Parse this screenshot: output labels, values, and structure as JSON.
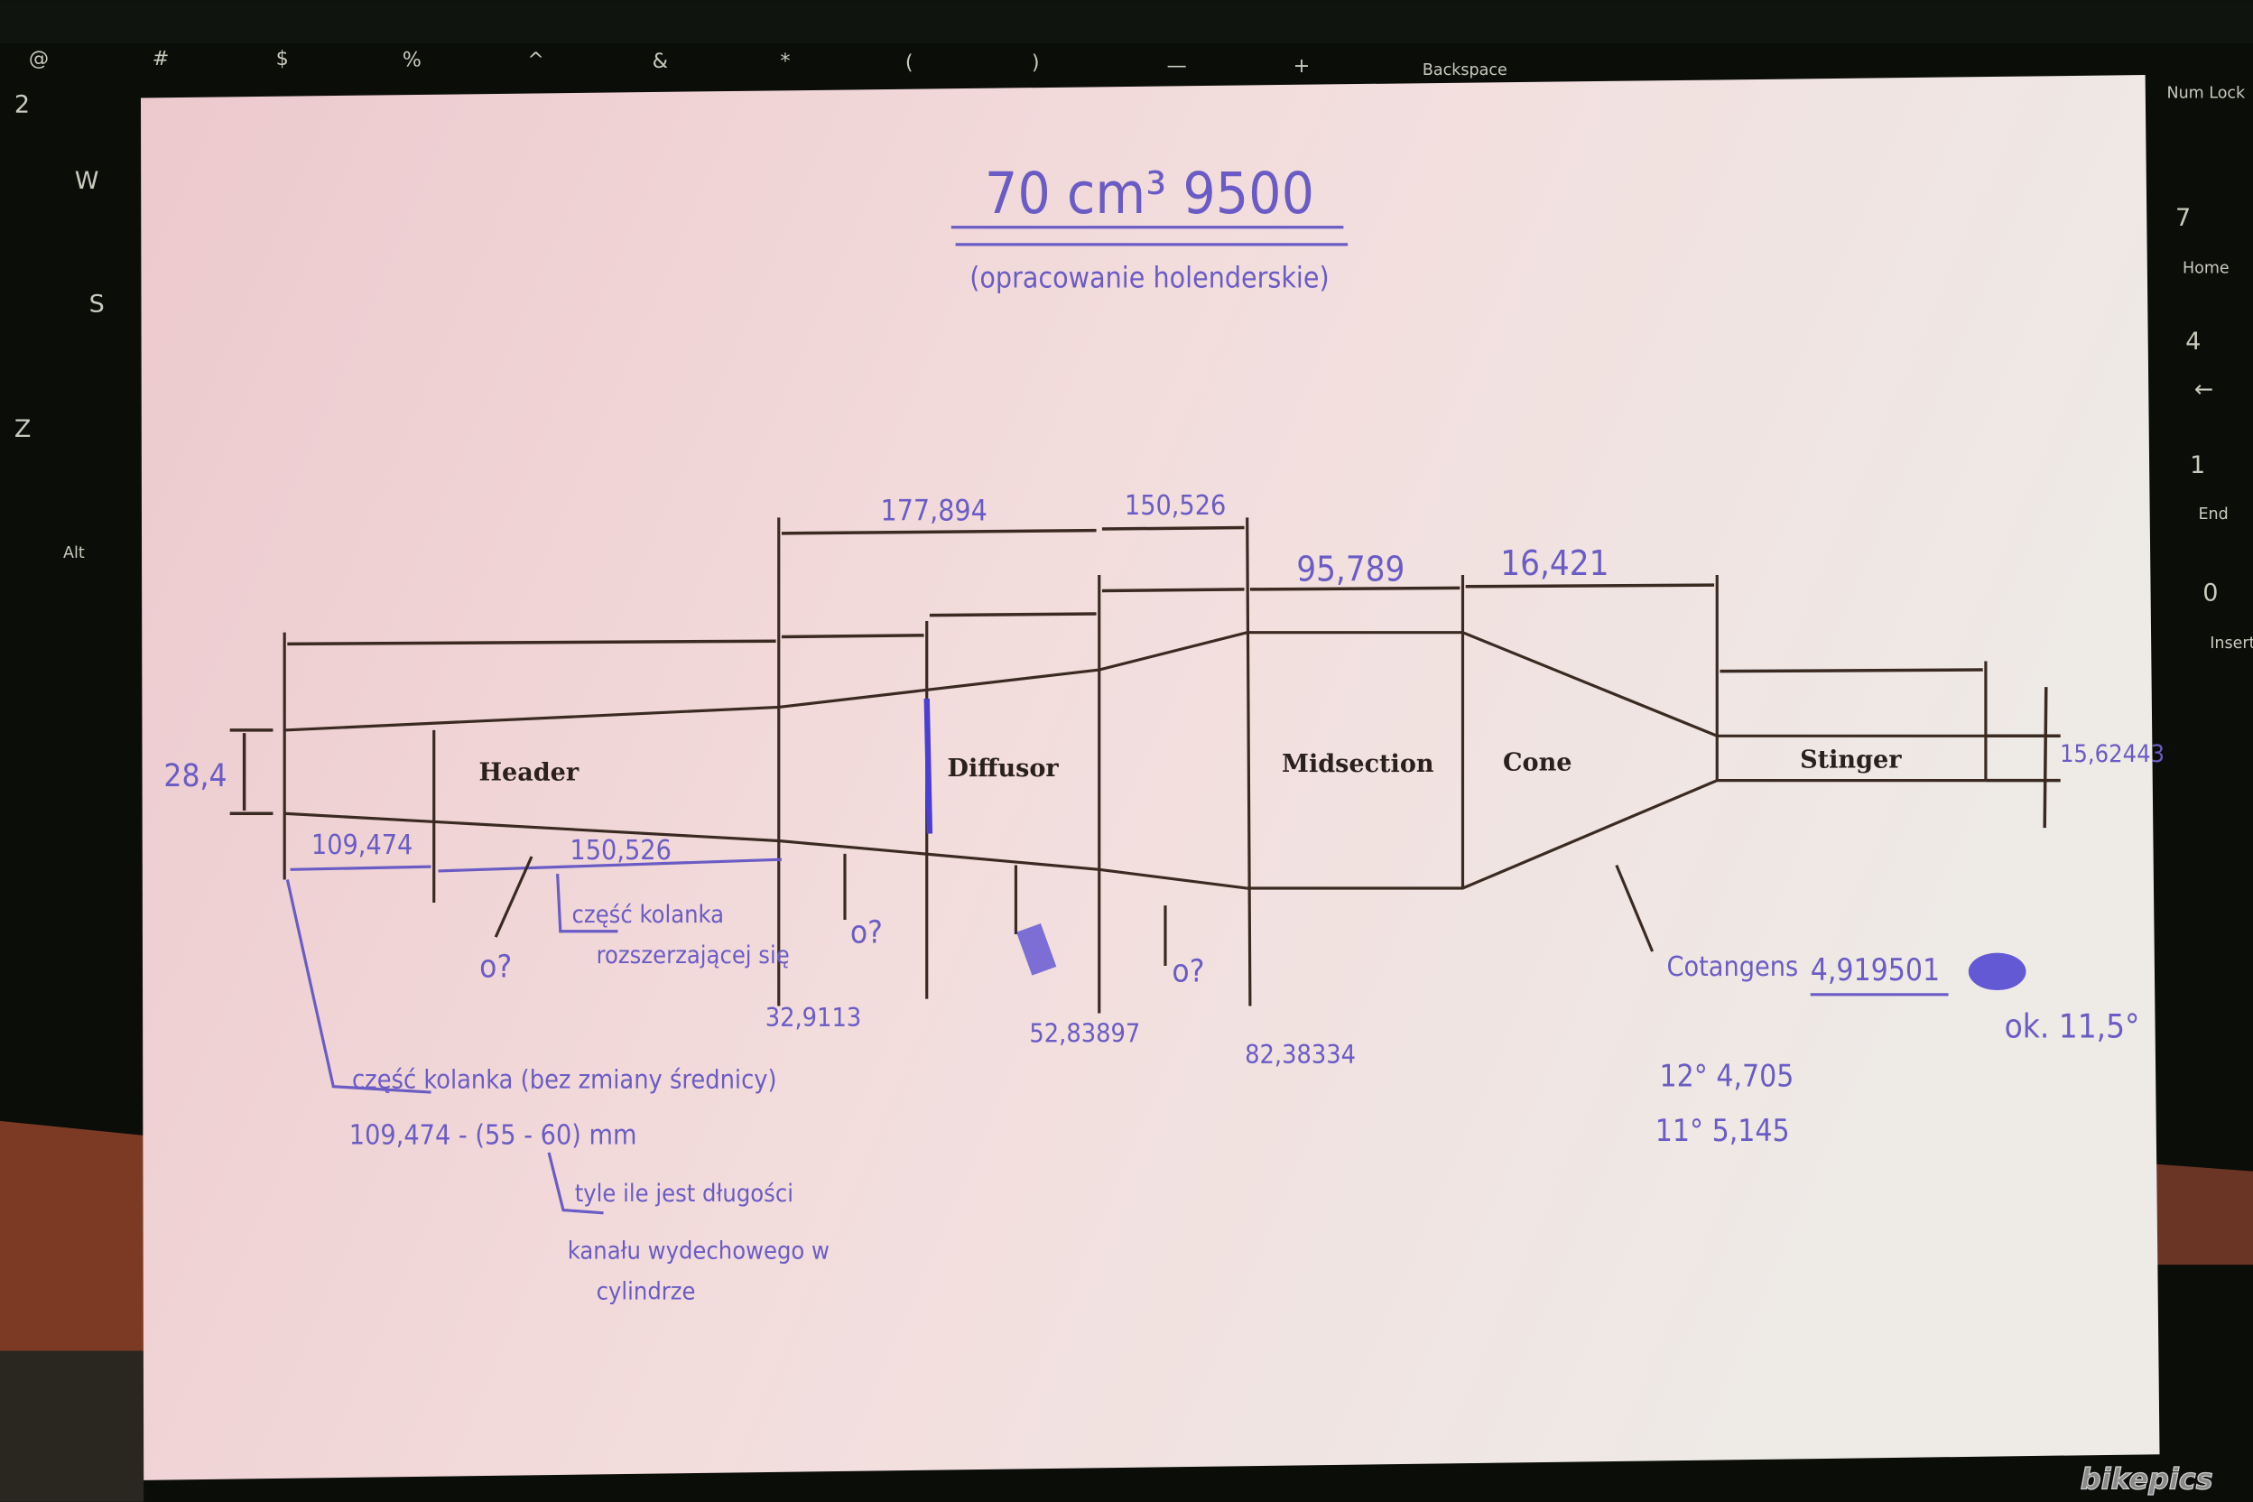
{
  "keyboard": {
    "top_row": [
      "@",
      "#",
      "$",
      "%",
      "^",
      "&",
      "*",
      "(",
      ")",
      "—",
      "+",
      "Backspace"
    ],
    "left_keys": [
      "2",
      "W",
      "S",
      "Z",
      "Alt"
    ],
    "numpad": [
      "Num Lock",
      "7",
      "Home",
      "4",
      "←",
      "1",
      "End",
      "0",
      "Insert"
    ]
  },
  "sheet": {
    "title": "70 cm³ 9500",
    "subtitle": "(opracowanie holenderskie)",
    "sections": [
      "Header",
      "Diffusor",
      "Midsection",
      "Cone",
      "Stinger"
    ],
    "dimensions": {
      "top_diffusor": "177,894",
      "top_after": "150,526",
      "midsection": "95,789",
      "cone": "16,421",
      "inlet_diameter": "28,4",
      "stinger_diameter": "15,62443",
      "header_part1": "109,474",
      "header_part2": "150,526"
    },
    "diameters": [
      "32,9113",
      "52,83897",
      "82,38334"
    ],
    "question_marks": [
      "o?",
      "o?",
      "o?"
    ],
    "notes": {
      "expanding_bend": [
        "część kolanka",
        "rozszerzającej się"
      ],
      "straight_bend": "część kolanka (bez zmiany średnicy)",
      "formula": "109,474 - (55 - 60) mm",
      "port_length": [
        "tyle ile jest długości",
        "kanału wydechowego w",
        "cylindrze"
      ],
      "cotangens_label": "Cotangens",
      "cotangens_value": "4,919501",
      "approx_angle": "ok. 11,5°",
      "angle_12": "12°  4,705",
      "angle_11": "11°  5,145"
    }
  },
  "watermark": "bikepics",
  "colors": {
    "ink": "#6a5cc4",
    "print": "#3a2a22",
    "paper": "#f1d6d6"
  }
}
